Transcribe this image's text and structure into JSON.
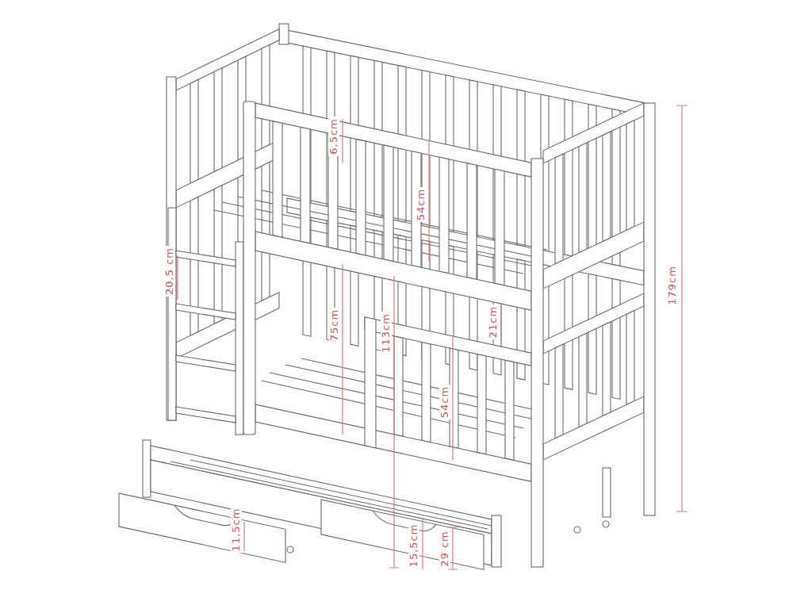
{
  "diagram": {
    "labels": [
      "6,5cm",
      "54cm",
      "20,5 cm",
      "75cm",
      "113cm",
      "21cm",
      "54cm",
      "179cm",
      "11,5cm",
      "15,5cm",
      "29 cm"
    ]
  }
}
